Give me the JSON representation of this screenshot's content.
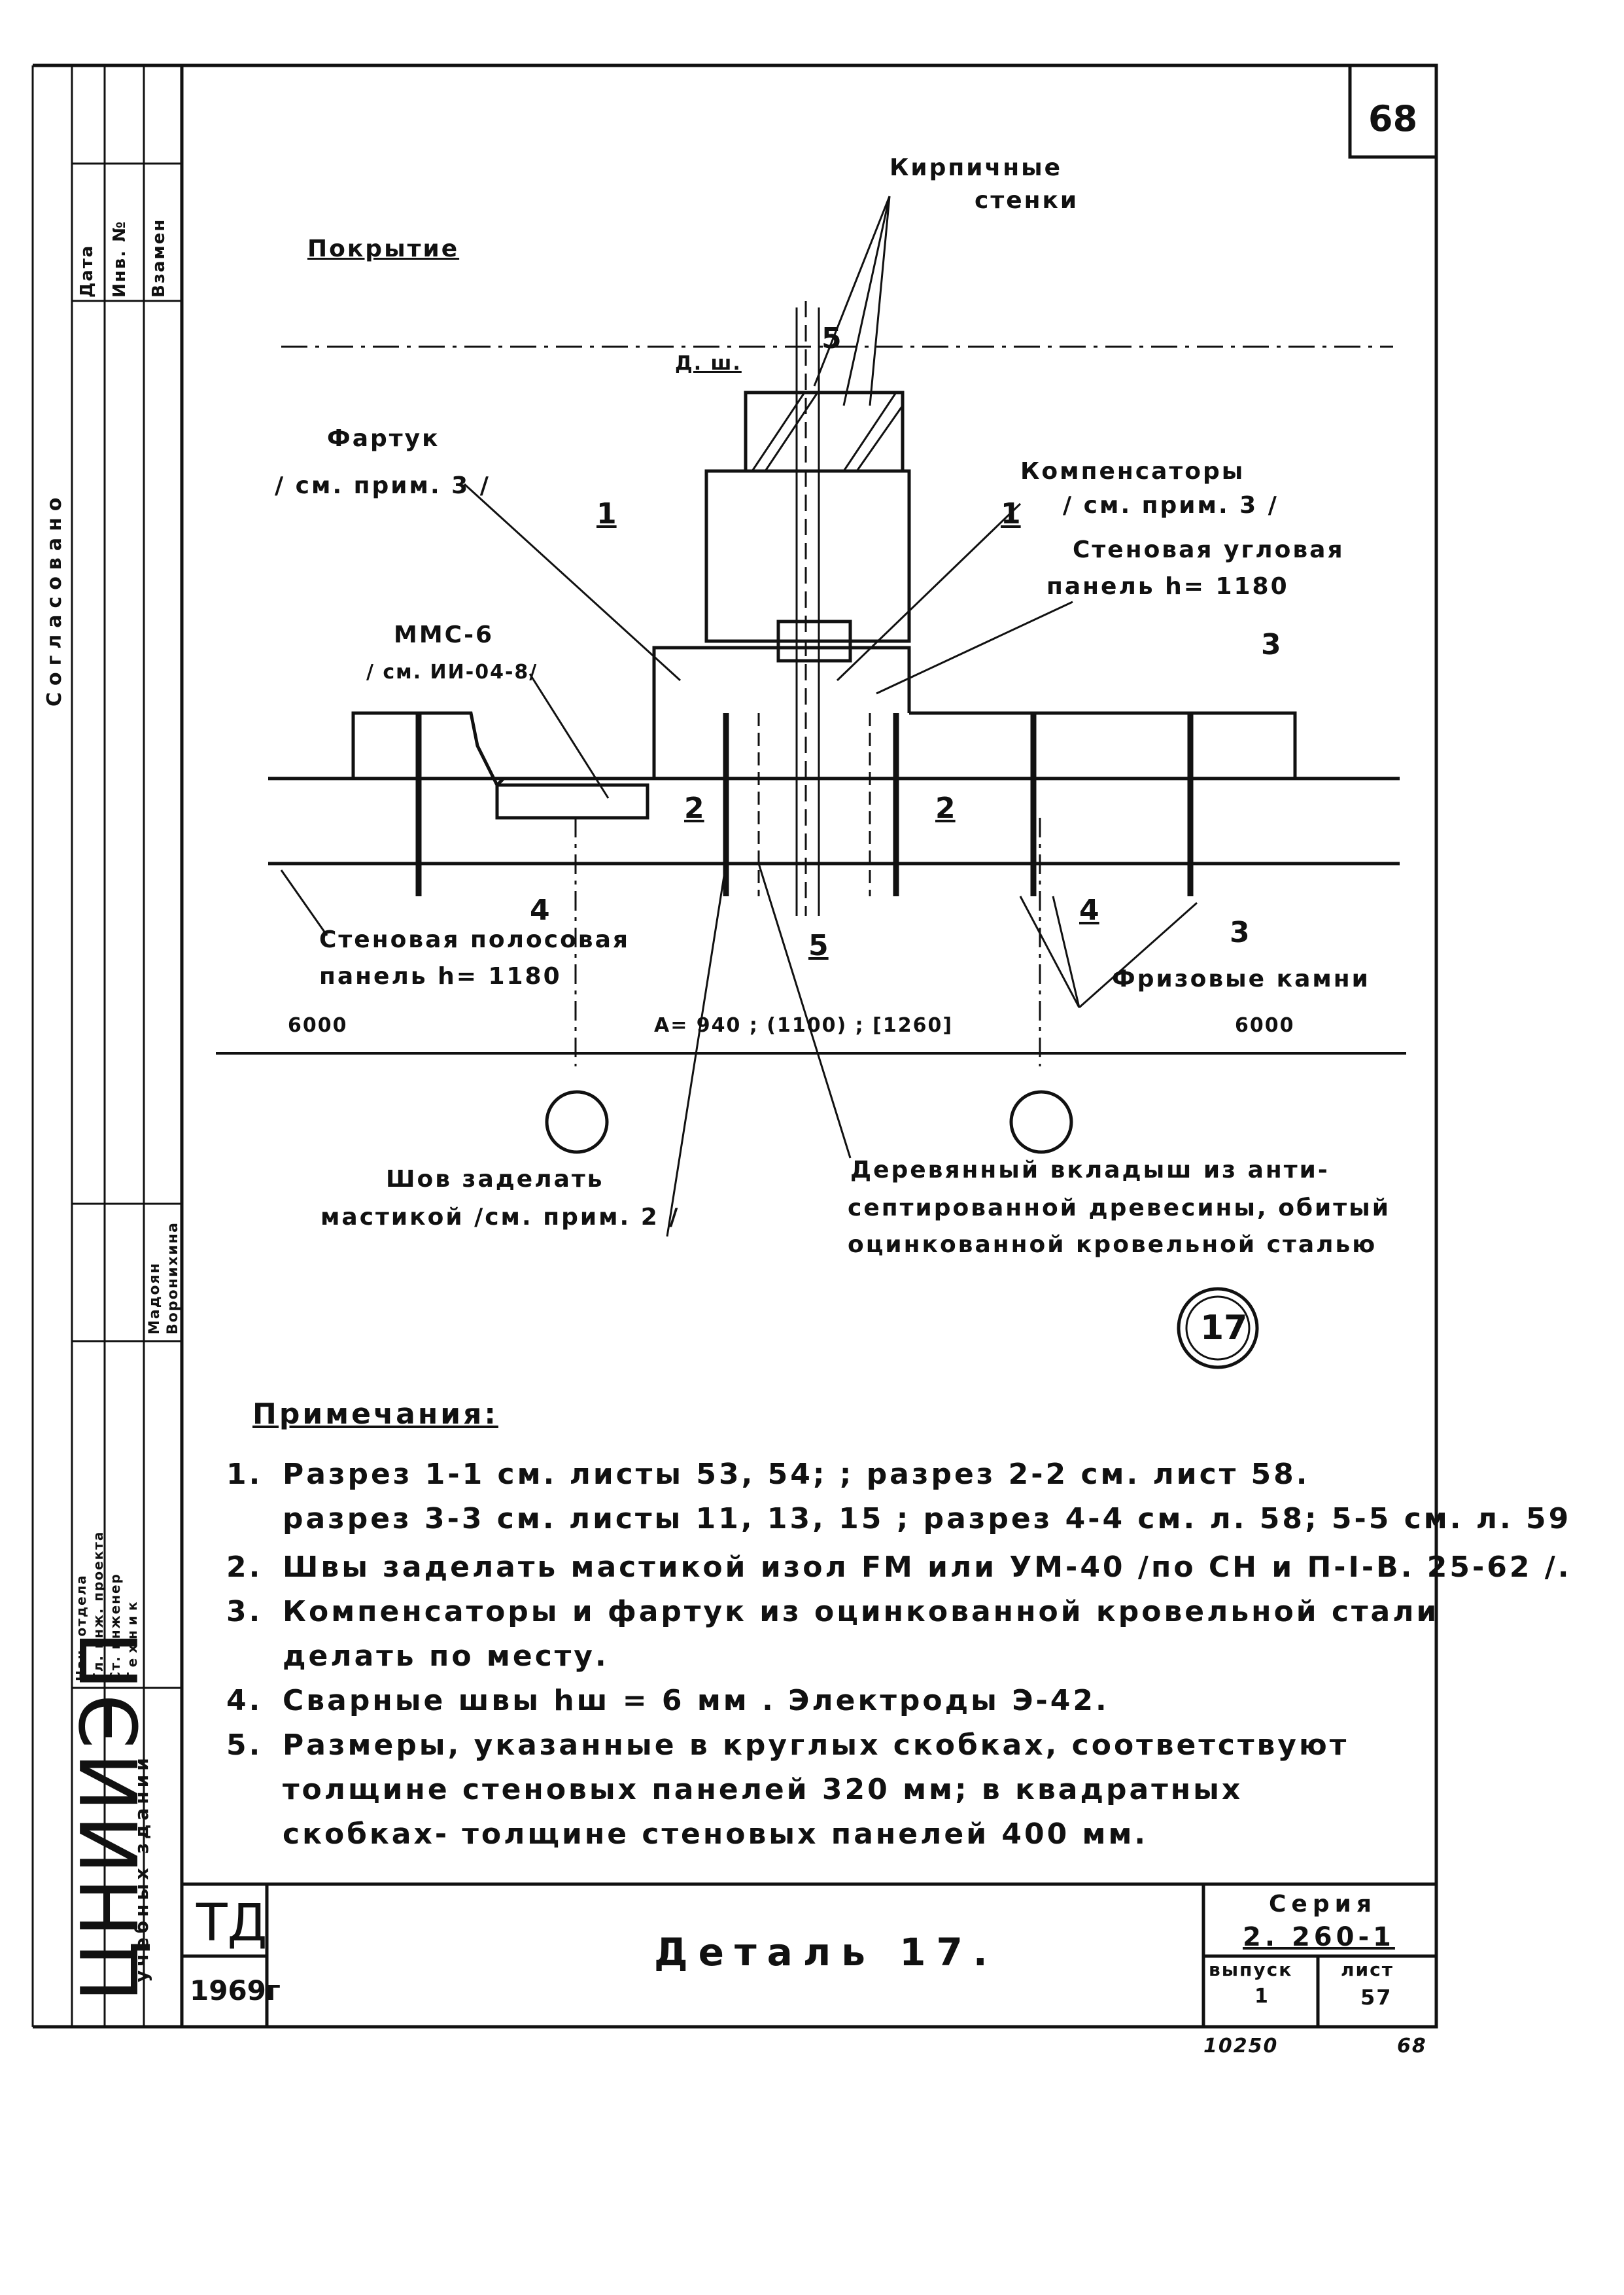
{
  "sheet_number": "68",
  "bottom_codes": {
    "left": "10250",
    "right": "68"
  },
  "labels": {
    "brick_walls": [
      "Кирпичные",
      "стенки"
    ],
    "roof": "Покрытие",
    "joint_width": "Д. ш.",
    "apron": [
      "Фартук",
      "/ см. прим. 3 /"
    ],
    "mms": [
      "ММС-6",
      "/ см. ИИ-04-8/"
    ],
    "compensators": [
      "Компенсаторы",
      "/ см. прим. 3 /"
    ],
    "corner_panel": [
      "Стеновая угловая",
      "панель h= 1180"
    ],
    "strip_panel": [
      "Стеновая полосовая",
      "панель h= 1180"
    ],
    "frieze_stones": "Фризовые камни",
    "seam": [
      "Шов заделать",
      "мастикой /см. прим. 2 /"
    ],
    "insert": [
      "Деревянный вкладыш из анти-",
      "септированной древесины, обитый",
      "оцинкованной кровельной сталью"
    ]
  },
  "section_marks": {
    "s1": "1",
    "s2": "2",
    "s3": "3",
    "s4": "4",
    "s5": "5"
  },
  "dimensions": {
    "left": "6000",
    "middle": "A= 940 ; (1100) ; [1260]",
    "right": "6000"
  },
  "detail_number": "17",
  "notes": {
    "title": "Примечания:",
    "items": [
      {
        "num": "1.",
        "lines": [
          "Разрез 1-1 см. листы 53, 54; ; разрез 2-2 см. лист 58.",
          "разрез 3-3 см. листы 11, 13, 15 ; разрез 4-4 см. л. 58; 5-5 см. л. 59"
        ]
      },
      {
        "num": "2.",
        "lines": [
          "Швы заделать мастикой изол FM или УМ-40 /по СН и П-I-В. 25-62 /."
        ]
      },
      {
        "num": "3.",
        "lines": [
          "Компенсаторы и фартук из оцинкованной кровельной стали",
          "делать по месту."
        ]
      },
      {
        "num": "4.",
        "lines": [
          "Сварные швы hш = 6 мм . Электроды Э-42."
        ]
      },
      {
        "num": "5.",
        "lines": [
          "Размеры, указанные в круглых скобках, соответствуют",
          "толщине стеновых панелей 320 мм; в квадратных",
          "скобках- толщине стеновых панелей 400 мм."
        ]
      }
    ]
  },
  "left_strip": {
    "stamp_top": [
      "Дата",
      "Инв. №",
      "Взамен"
    ],
    "agreed": "Согласовано",
    "signatures": [
      "Нач. отдела",
      "Гл. инж. проекта",
      "Ст. инженер",
      "Техник"
    ],
    "names": [
      "Мадоян",
      "Воронихина"
    ],
    "org": "ЦНИИЭП",
    "org_sub": "учебных зданий"
  },
  "title_block": {
    "code": "ТД",
    "year": "1969г",
    "title": "Деталь 17.",
    "series_label": "Серия",
    "series_value": "2. 260-1",
    "issue_label": "выпуск",
    "issue_value": "1",
    "sheet_label": "лист",
    "sheet_value": "57"
  }
}
